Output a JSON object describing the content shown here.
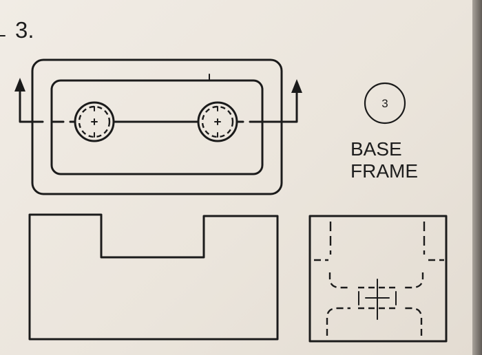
{
  "problem": {
    "number": "3."
  },
  "part": {
    "number": "3",
    "name_line1": "BASE",
    "name_line2": "FRAME"
  }
}
